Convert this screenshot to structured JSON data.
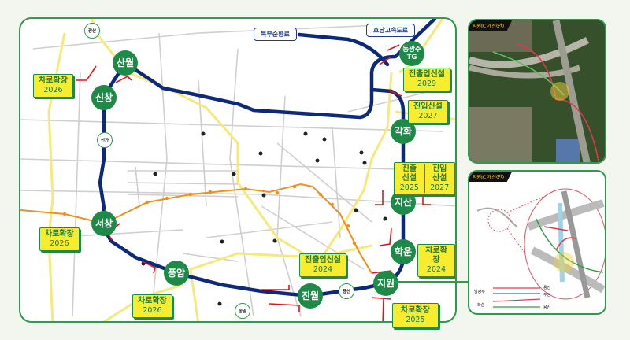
{
  "road_tags": {
    "north": "북부순환로",
    "honam": "호남고속도로"
  },
  "stations": {
    "sanwol": "산월",
    "sinchang": "신창",
    "seochang": "서창",
    "pungam": "풍암",
    "jinwol": "진월",
    "jiwon": "지원",
    "hakun": "학운",
    "jisan": "지산",
    "gakhwa": "각화",
    "tg": "동광주 TG"
  },
  "small_points": {
    "gwangsan": "광산",
    "singa": "신가",
    "yongsan": "용산",
    "songam": "송암"
  },
  "callouts": [
    {
      "title": "차로확장",
      "year": "2026"
    },
    {
      "title": "진출입신설",
      "year": "2029"
    },
    {
      "title": "진입신설",
      "year": "2027"
    },
    {
      "title": "진출신설",
      "year": "2025",
      "title2": "진입신설",
      "year2": "2027"
    },
    {
      "title": "차로확장",
      "year": "2026"
    },
    {
      "title": "차로확장",
      "year": "2024"
    },
    {
      "title": "진출입신설",
      "year": "2024"
    },
    {
      "title": "차로확장",
      "year": "2026"
    },
    {
      "title": "차로확장",
      "year": "2025"
    }
  ],
  "side_panels": {
    "top_title": "지원IC 개선(안)",
    "bottom_title": "지원IC 개선(안)",
    "legend": {
      "from1": "남광주",
      "from2": "화순",
      "to1": "용산",
      "to2": "두암",
      "to3": "용산"
    }
  },
  "colors": {
    "ring": "#0d2a7a",
    "station": "#1d8a48",
    "callout": "#f8ec2e",
    "metro": "#f0901a",
    "arterial": "#f6e97a",
    "arrow": "#e0151b"
  }
}
